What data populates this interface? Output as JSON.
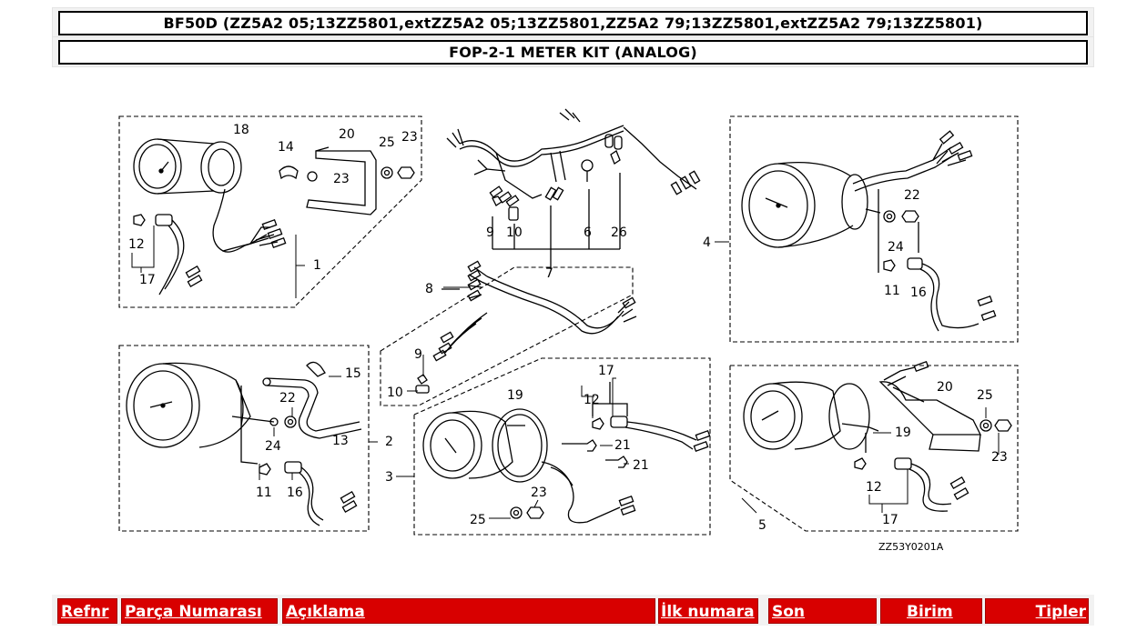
{
  "header": {
    "model_line": "BF50D (ZZ5A2 05;13ZZ5801,extZZ5A2 05;13ZZ5801,ZZ5A2 79;13ZZ5801,extZZ5A2 79;13ZZ5801)",
    "section_title": "FOP-2-1 METER KIT (ANALOG)"
  },
  "diagram": {
    "code": "ZZ53Y0201A",
    "callouts": {
      "c1": "1",
      "c2": "2",
      "c3": "3",
      "c4": "4",
      "c5": "5",
      "c6": "6",
      "c7": "7",
      "c8": "8",
      "c9a": "9",
      "c9b": "9",
      "c10a": "10",
      "c10b": "10",
      "c11a": "11",
      "c11b": "11",
      "c12a": "12",
      "c12b": "12",
      "c12c": "12",
      "c13": "13",
      "c14": "14",
      "c15": "15",
      "c16a": "16",
      "c16b": "16",
      "c17a": "17",
      "c17b": "17",
      "c17c": "17",
      "c18": "18",
      "c19a": "19",
      "c19b": "19",
      "c20a": "20",
      "c20b": "20",
      "c21a": "21",
      "c21b": "21",
      "c22a": "22",
      "c22b": "22",
      "c23a": "23",
      "c23b": "23",
      "c23c": "23",
      "c23d": "23",
      "c24a": "24",
      "c24b": "24",
      "c25a": "25",
      "c25b": "25",
      "c25c": "25",
      "c26": "26"
    }
  },
  "table": {
    "columns": [
      "Refnr",
      "Parça Numarası",
      "Açıklama",
      "İlk numara",
      "Son",
      "Birim",
      "Tipler"
    ]
  },
  "colors": {
    "header_red": "#d80000",
    "line": "#000000"
  }
}
